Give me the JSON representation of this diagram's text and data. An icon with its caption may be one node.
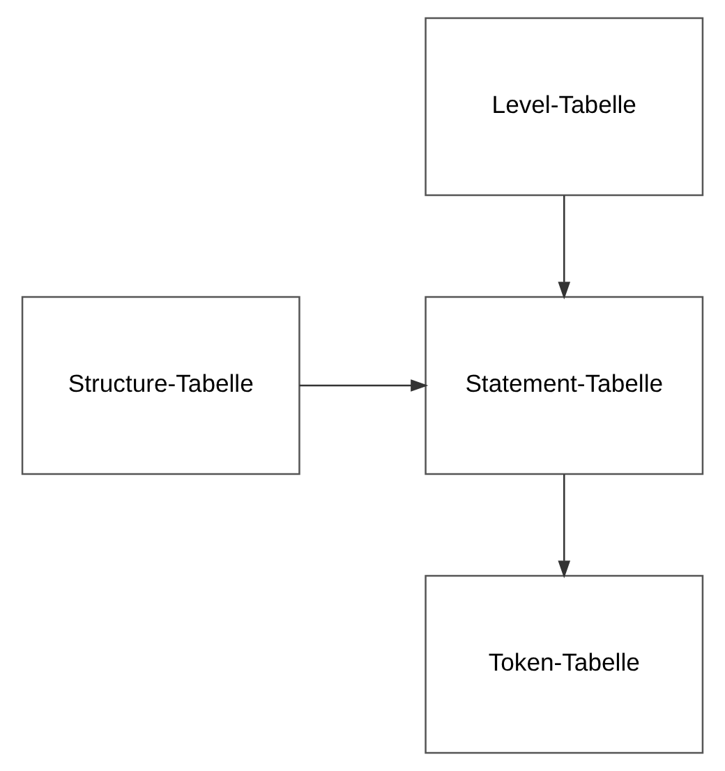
{
  "diagram": {
    "nodes": [
      {
        "text": [
          "Level-Tabelle"
        ]
      },
      {
        "text": [
          "Statement-Tabelle"
        ]
      },
      {
        "text": [
          "Structure-Tabelle"
        ]
      },
      {
        "text": [
          "Token-Tabelle"
        ]
      }
    ],
    "edges": [
      {
        "from": 0,
        "to": 1,
        "arrow": "to"
      },
      {
        "from": 2,
        "to": 1,
        "arrow": "to"
      },
      {
        "from": 1,
        "to": 3,
        "arrow": "to"
      }
    ]
  }
}
